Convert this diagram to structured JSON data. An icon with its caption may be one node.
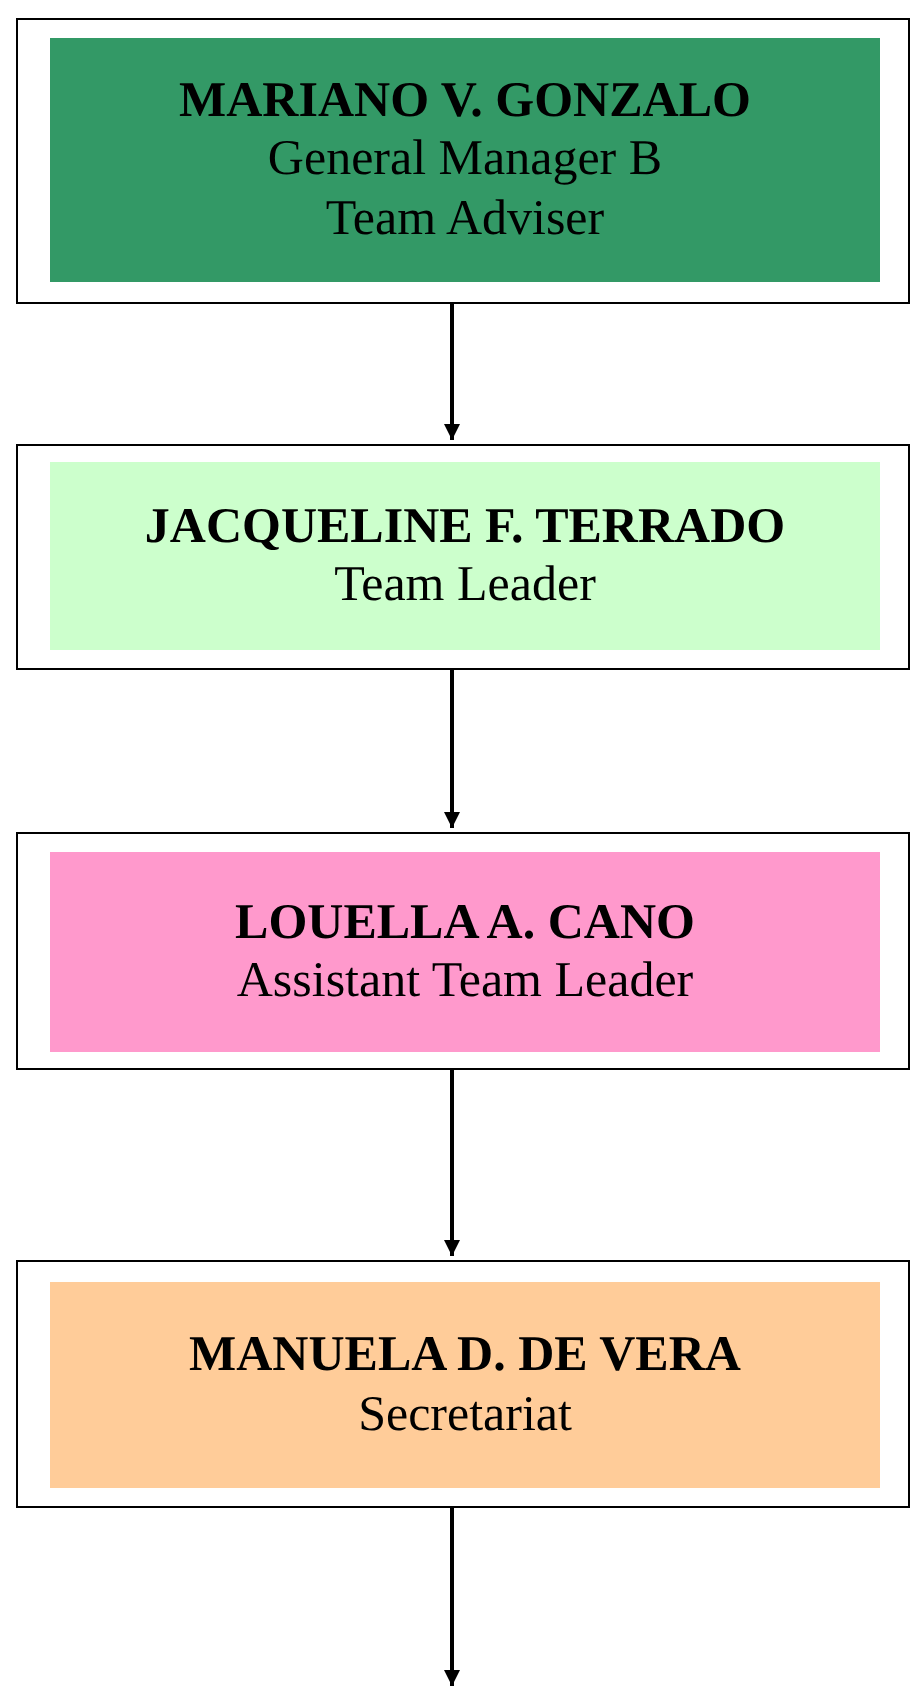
{
  "diagram": {
    "nodes": [
      {
        "text": [
          "MARIANO V. GONZALO",
          "General Manager B",
          "Team Adviser"
        ]
      },
      {
        "text": [
          "JACQUELINE F. TERRADO",
          "Team Leader"
        ]
      },
      {
        "text": [
          "LOUELLA A. CANO",
          "Assistant Team Leader"
        ]
      },
      {
        "text": [
          "MANUELA D. DE VERA",
          "Secretariat"
        ]
      }
    ],
    "edges": [
      {
        "from": 0,
        "to": 1,
        "arrow": "to"
      },
      {
        "from": 1,
        "to": 2,
        "arrow": "to"
      },
      {
        "from": 2,
        "to": 3,
        "arrow": "to"
      },
      {
        "from": 3,
        "to": null,
        "arrow": "to"
      }
    ]
  }
}
